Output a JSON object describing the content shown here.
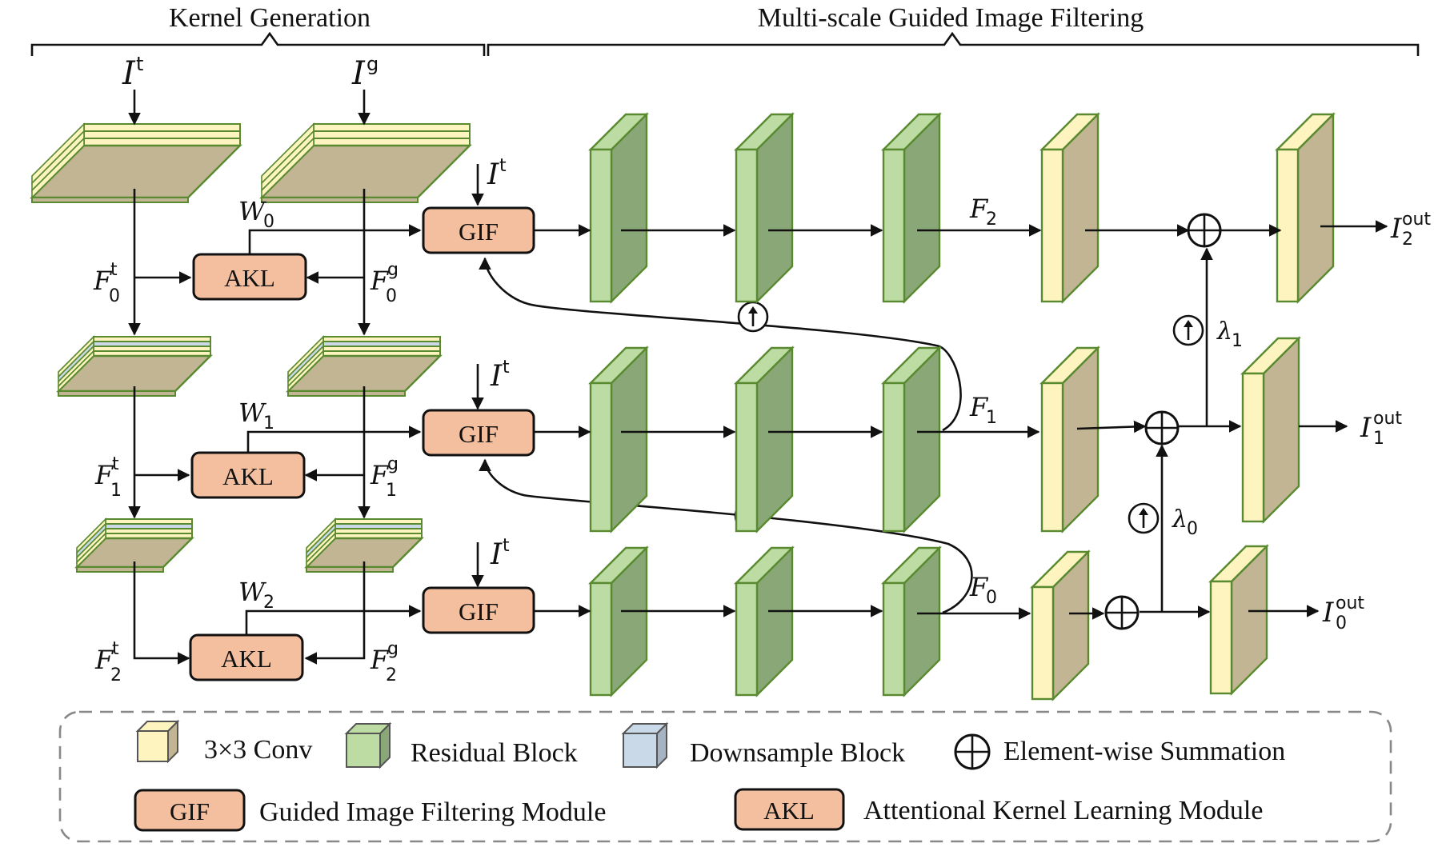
{
  "headers": {
    "kernel_generation": "Kernel Generation",
    "multiscale": "Multi-scale Guided Image Filtering"
  },
  "inputs": {
    "target_symbol": "I",
    "target_superscript": "t",
    "guide_symbol": "I",
    "guide_superscript": "g"
  },
  "features": {
    "target_prefix": "F",
    "target_superscript": "t",
    "guide_prefix": "F",
    "guide_superscript": "g",
    "subscripts": [
      "0",
      "1",
      "2"
    ]
  },
  "weights": {
    "symbol": "W",
    "subscripts": [
      "0",
      "1",
      "2"
    ]
  },
  "modules": {
    "gif": "GIF",
    "akl": "AKL"
  },
  "filters": {
    "symbol": "F",
    "subscripts": [
      "2",
      "1",
      "0"
    ]
  },
  "lambdas": {
    "symbol": "λ",
    "subscripts": [
      "1",
      "0"
    ]
  },
  "outputs": {
    "symbol": "I",
    "superscript": "out",
    "subscripts": [
      "2",
      "1",
      "0"
    ]
  },
  "legend": {
    "conv": "3×3 Conv",
    "residual": "Residual Block",
    "downsample": "Downsample Block",
    "sum": "Element-wise Summation",
    "gif_label": "GIF",
    "gif_desc": "Guided Image Filtering Module",
    "akl_label": "AKL",
    "akl_desc": "Attentional Kernel Learning Module"
  },
  "colors": {
    "conv_front": "#fdf4bf",
    "conv_side": "#c1b593",
    "residual_front": "#bcdca4",
    "residual_side": "#8aa877",
    "downsample": "#c9d9e8",
    "edge_green": "#5a8a30",
    "module_fill": "#f4bf9f"
  }
}
